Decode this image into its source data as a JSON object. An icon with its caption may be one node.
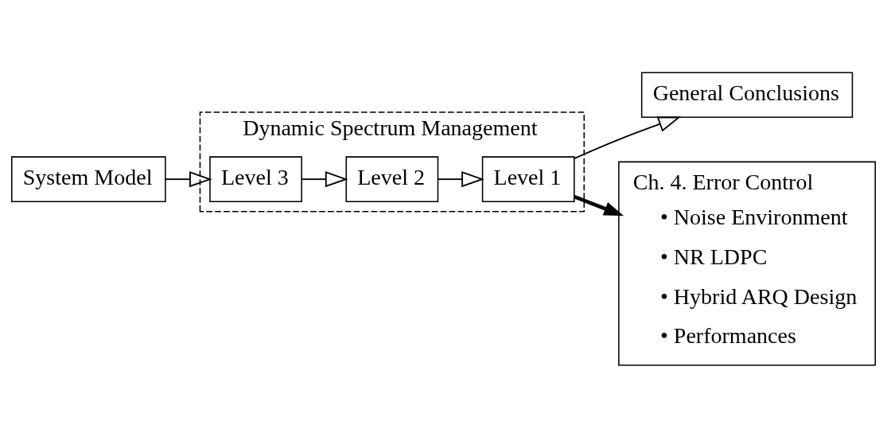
{
  "diagram": {
    "nodes": [
      {
        "text": [
          "Dynamic Spectrum Management"
        ]
      },
      {
        "text": [
          "System Model"
        ]
      },
      {
        "text": [
          "Level 3"
        ],
        "in": 0
      },
      {
        "text": [
          "Level 2"
        ],
        "in": 0
      },
      {
        "text": [
          "Level 1"
        ],
        "in": 0
      },
      {
        "text": [
          "General Conclusions"
        ]
      },
      {
        "text": [
          "Ch. 4. Error Control",
          "• Noise Environment",
          "• NR LDPC",
          "• Hybrid ARQ Design",
          "• Performances"
        ]
      }
    ],
    "edges": [
      {
        "from": 1,
        "to": 2,
        "arrow": "to"
      },
      {
        "from": 2,
        "to": 3,
        "arrow": "to"
      },
      {
        "from": 3,
        "to": 4,
        "arrow": "to"
      },
      {
        "from": 4,
        "to": 5,
        "arrow": "to"
      },
      {
        "from": 4,
        "to": 6,
        "arrow": "to",
        "style": "thick"
      }
    ]
  }
}
